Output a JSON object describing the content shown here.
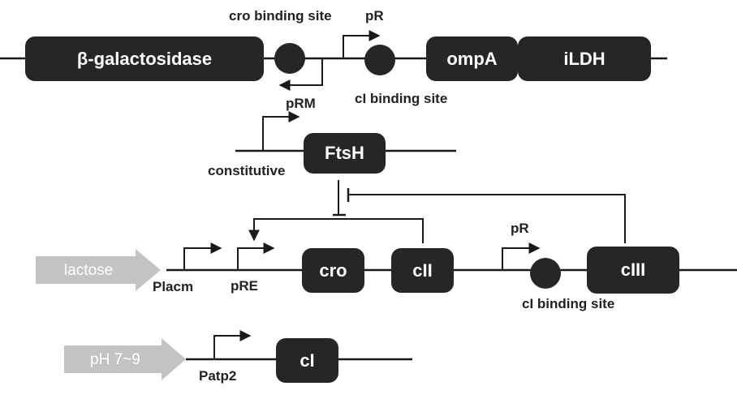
{
  "genes": {
    "beta_gal": "β-galactosidase",
    "ompA": "ompA",
    "iLDH": "iLDH",
    "FtsH": "FtsH",
    "cro": "cro",
    "cII": "cII",
    "cIII": "cIII",
    "cI": "cI"
  },
  "labels": {
    "cro_binding_site": "cro binding site",
    "pR_top": "pR",
    "pRM": "pRM",
    "cI_binding_site_top": "cI binding site",
    "constitutive": "constitutive",
    "Placm": "Placm",
    "pRE": "pRE",
    "pR_mid": "pR",
    "cI_binding_site_mid": "cI binding site",
    "Patp2": "Patp2"
  },
  "inputs": {
    "lactose": "lactose",
    "pH": "pH 7~9"
  },
  "colors": {
    "box": "#262626",
    "line": "#1a1a1a",
    "input_arrow": "#c3c3c3"
  }
}
